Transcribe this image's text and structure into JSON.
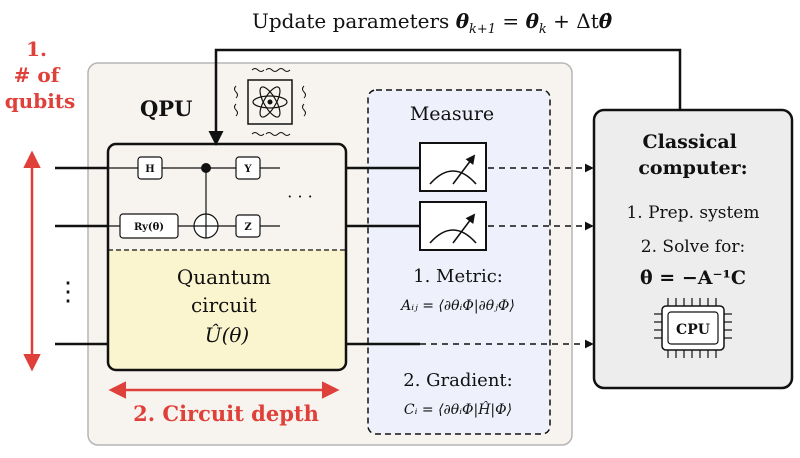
{
  "top_label": {
    "text": "Update parameters ",
    "math": "θ",
    "math_sub": "k+1",
    "eq": " = ",
    "math2": "θ",
    "math2_sub": "k",
    "plus": " + Δt",
    "math3": "θ̇"
  },
  "qubits_label": {
    "line1": "1.",
    "line2": "# of",
    "line3": "qubits"
  },
  "depth_label": "2.  Circuit depth",
  "qpu_label": "QPU",
  "gates": {
    "h": "H",
    "y": "Y",
    "ry": "Ry(θ)",
    "z": "Z"
  },
  "ellipsis_h": "· · ·",
  "ellipsis_v": "⋮",
  "circuit_text": {
    "line1": "Quantum",
    "line2": "circuit",
    "line3": "Û(θ)"
  },
  "measure": {
    "title": "Measure",
    "metric_title": "1.  Metric:",
    "metric_formula": "Aᵢⱼ = ⟨∂θᵢΦ|∂θⱼΦ⟩",
    "gradient_title": "2.  Gradient:",
    "gradient_formula": "Cᵢ = ⟨∂θᵢΦ|Ĥ|Φ⟩"
  },
  "classical": {
    "title1": "Classical",
    "title2": "computer:",
    "step1": "1.  Prep. system",
    "step2": "2.  Solve for:",
    "formula": "θ̇ = −A⁻¹C",
    "chip": "CPU"
  },
  "colors": {
    "red": "#e0403a",
    "qpu_bg": "#f7f4ef",
    "qpu_border": "#b5b5b5",
    "circuit_fill": "#fbf5cf",
    "measure_fill": "#eef0fb",
    "classical_fill": "#ededed"
  }
}
